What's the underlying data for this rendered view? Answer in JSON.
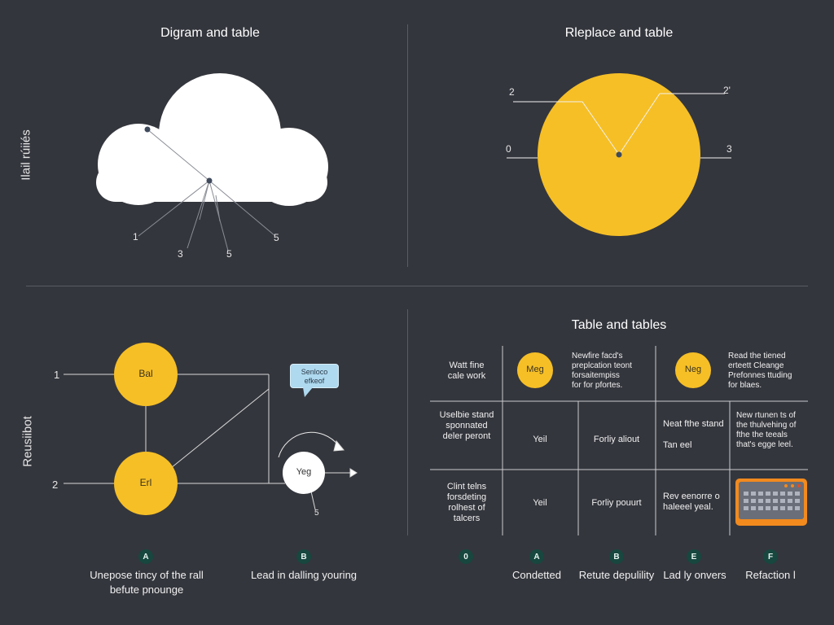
{
  "top_left": {
    "title": "Digram and table",
    "side_label": "Ilail rúiiés",
    "labels": [
      "1",
      "3",
      "5",
      "5"
    ]
  },
  "top_right": {
    "title": "Rleplace and table",
    "labels": [
      "2",
      "2'",
      "0",
      "3"
    ],
    "circle_color": "#f6bf26"
  },
  "bottom_left": {
    "side_label": "Reusiibot",
    "row_numbers": [
      "1",
      "2"
    ],
    "nodes": [
      "Bal",
      "Erl"
    ],
    "bubble_text": "Senloco\nefkeof",
    "small_node": "Yeg",
    "small_label": "5",
    "node_color": "#f6bf26"
  },
  "bottom_right": {
    "title": "Table and tables",
    "header": {
      "col1": "Watt fine\ncale work",
      "badge1": "Meg",
      "col3": "Newfire facd's\npreplcation teont\nforsaitempiss\nfor for pfortes.",
      "badge2": "Neg",
      "col5": "Read the tiened\nerteett Cleange\nPrefonnes ttuding\nfor blaes."
    },
    "rows": [
      {
        "c1": "Uselbie stand\nsponnated\ndeler peront",
        "c2": "Yeil",
        "c3": "Forliy aliout",
        "c4": "Neat fthe stand\n\nTan eel",
        "c5": "New rtunen ts of\nthe thulvehing of\nfthe the teeals\nthat's egge leel."
      },
      {
        "c1": "Clint telns\nforsdeting\nrolhest of\ntalcers",
        "c2": "Yeil",
        "c3": "Forliy pouurt",
        "c4": "Rev eenorre o\nhaleeel yeal."
      }
    ]
  },
  "footer": {
    "badges": [
      {
        "letter": "A",
        "caption": "Unepose tincy of the rall\nbefute pnounge"
      },
      {
        "letter": "B",
        "caption": "Lead in dalling youring"
      },
      {
        "letter": "0",
        "caption": ""
      },
      {
        "letter": "A",
        "caption": "Condetted"
      },
      {
        "letter": "B",
        "caption": "Retute depulility"
      },
      {
        "letter": "E",
        "caption": "Lad ly onvers"
      },
      {
        "letter": "F",
        "caption": "Refaction l"
      }
    ]
  },
  "colors": {
    "background": "#34363d",
    "accent": "#f6bf26",
    "badge": "#17473f",
    "bubble": "#aed9ef",
    "card_orange": "#f28a1e"
  }
}
